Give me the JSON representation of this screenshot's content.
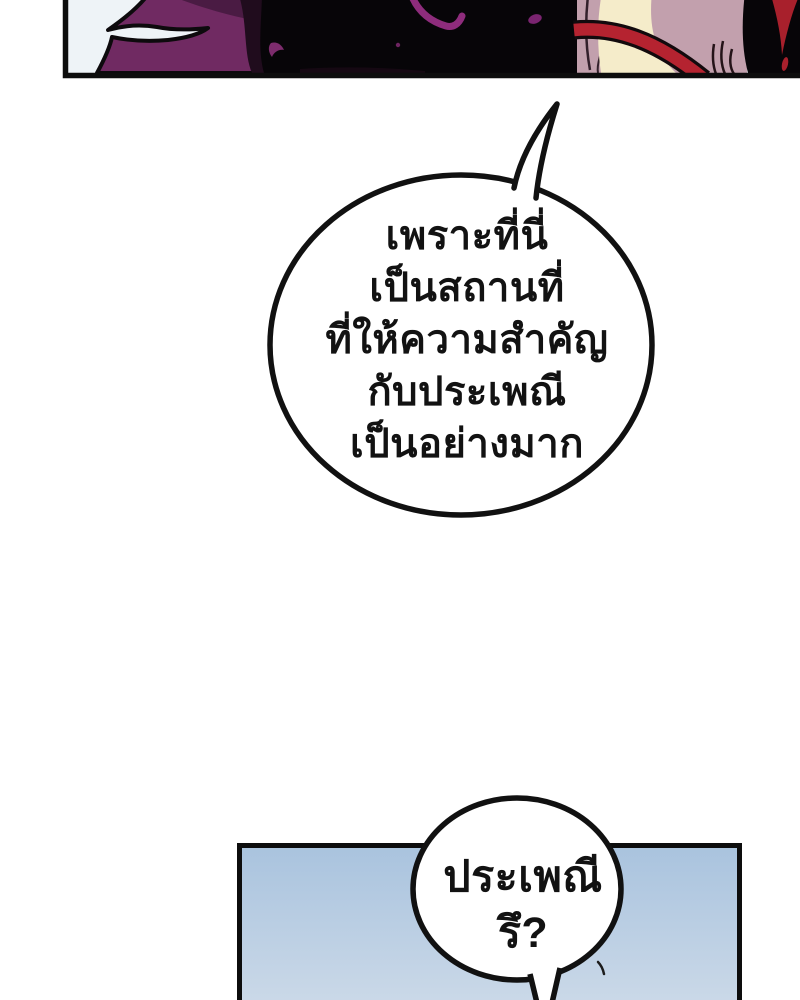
{
  "page": {
    "kind_label": "webtoon comic strip page",
    "background_color": "#ffffff"
  },
  "panel_top": {
    "description": "cropped artwork panel: dark purple spiky hair over pale background, black middle, character shoulder with mauve cloth, cream sash and red strap",
    "background_color": "#eef3f7",
    "border_color": "#0d0d0d",
    "colors": {
      "purple_hair": "#702a62",
      "purple_dark_shade": "#4a1b43",
      "near_black_purple": "#200c1d",
      "black_fill": "#070508",
      "magenta_highlight": "#8e2c7c",
      "mauve_cloth": "#c2a0ad",
      "cream_sash": "#f5ecca",
      "red_strap": "#b52330"
    }
  },
  "panel_bottom": {
    "description": "sky panel partially visible at page bottom",
    "border_color": "#0d0d0d",
    "sky_gradient_top": "#a9c3de",
    "sky_gradient_bottom": "#cbd9e8"
  },
  "bubbles": {
    "main": {
      "shape": "ellipse",
      "tail_direction": "up-right",
      "fill": "#ffffff",
      "stroke": "#111111",
      "lines": [
        "เพราะที่นี่",
        "เป็นสถานที่",
        "ที่ให้ความสำคัญ",
        "กับประเพณี",
        "เป็นอย่างมาก"
      ]
    },
    "question": {
      "shape": "circle",
      "tail_direction": "down",
      "fill": "#ffffff",
      "stroke": "#111111",
      "lines": [
        "ประเพณี",
        "รึ?"
      ]
    }
  }
}
